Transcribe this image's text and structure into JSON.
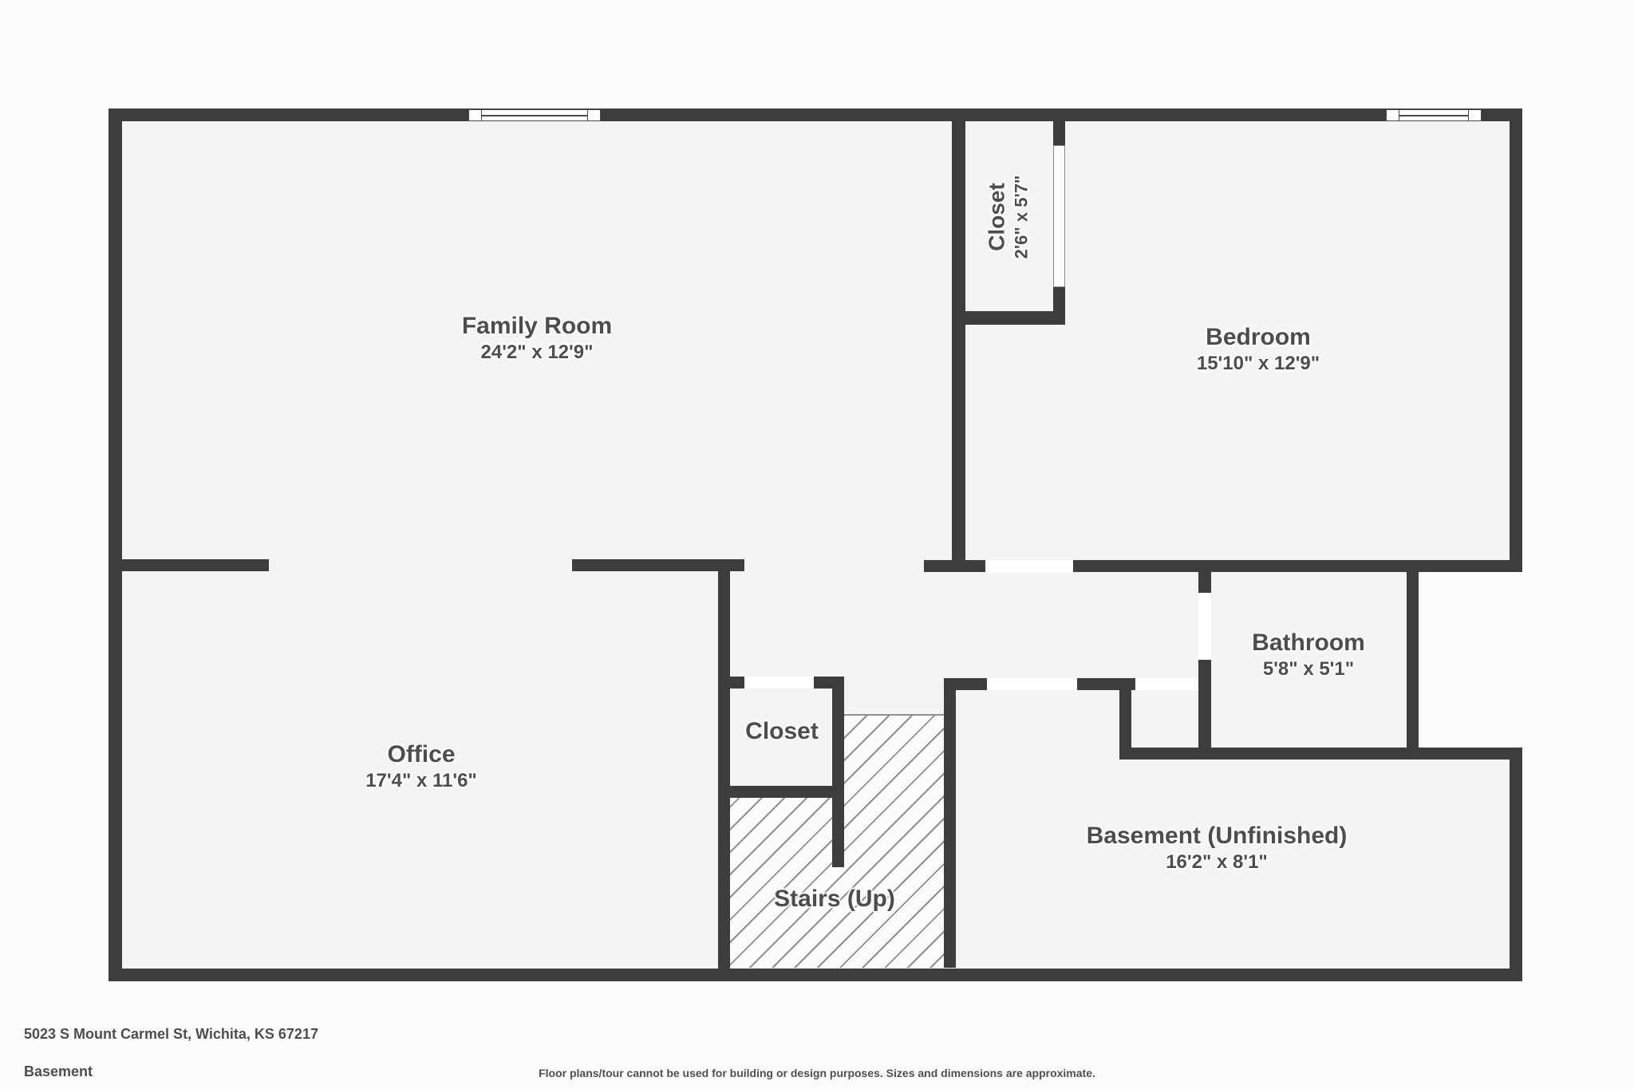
{
  "address": "5023 S Mount Carmel St, Wichita, KS 67217",
  "floor_label": "Basement",
  "disclaimer": "Floor plans/tour cannot be used for building or design purposes. Sizes and dimensions are approximate.",
  "colors": {
    "wall": "#3d3d3d",
    "room_fill": "#f4f4f4",
    "page_background": "#fcfcfc",
    "hatch_line": "#8f8f8f",
    "text": "#4d4d4d",
    "door_opening": "#ffffff"
  },
  "rooms": {
    "family_room": {
      "name": "Family Room",
      "dims": "24'2\" x 12'9\""
    },
    "bedroom": {
      "name": "Bedroom",
      "dims": "15'10\" x 12'9\""
    },
    "closet_top": {
      "name": "Closet",
      "dims": "2'6\" x 5'7\""
    },
    "office": {
      "name": "Office",
      "dims": "17'4\" x 11'6\""
    },
    "closet_small": {
      "name": "Closet"
    },
    "stairs": {
      "name": "Stairs (Up)"
    },
    "bathroom": {
      "name": "Bathroom",
      "dims": "5'8\" x 5'1\""
    },
    "basement": {
      "name": "Basement (Unfinished)",
      "dims": "16'2\" x 8'1\""
    }
  }
}
